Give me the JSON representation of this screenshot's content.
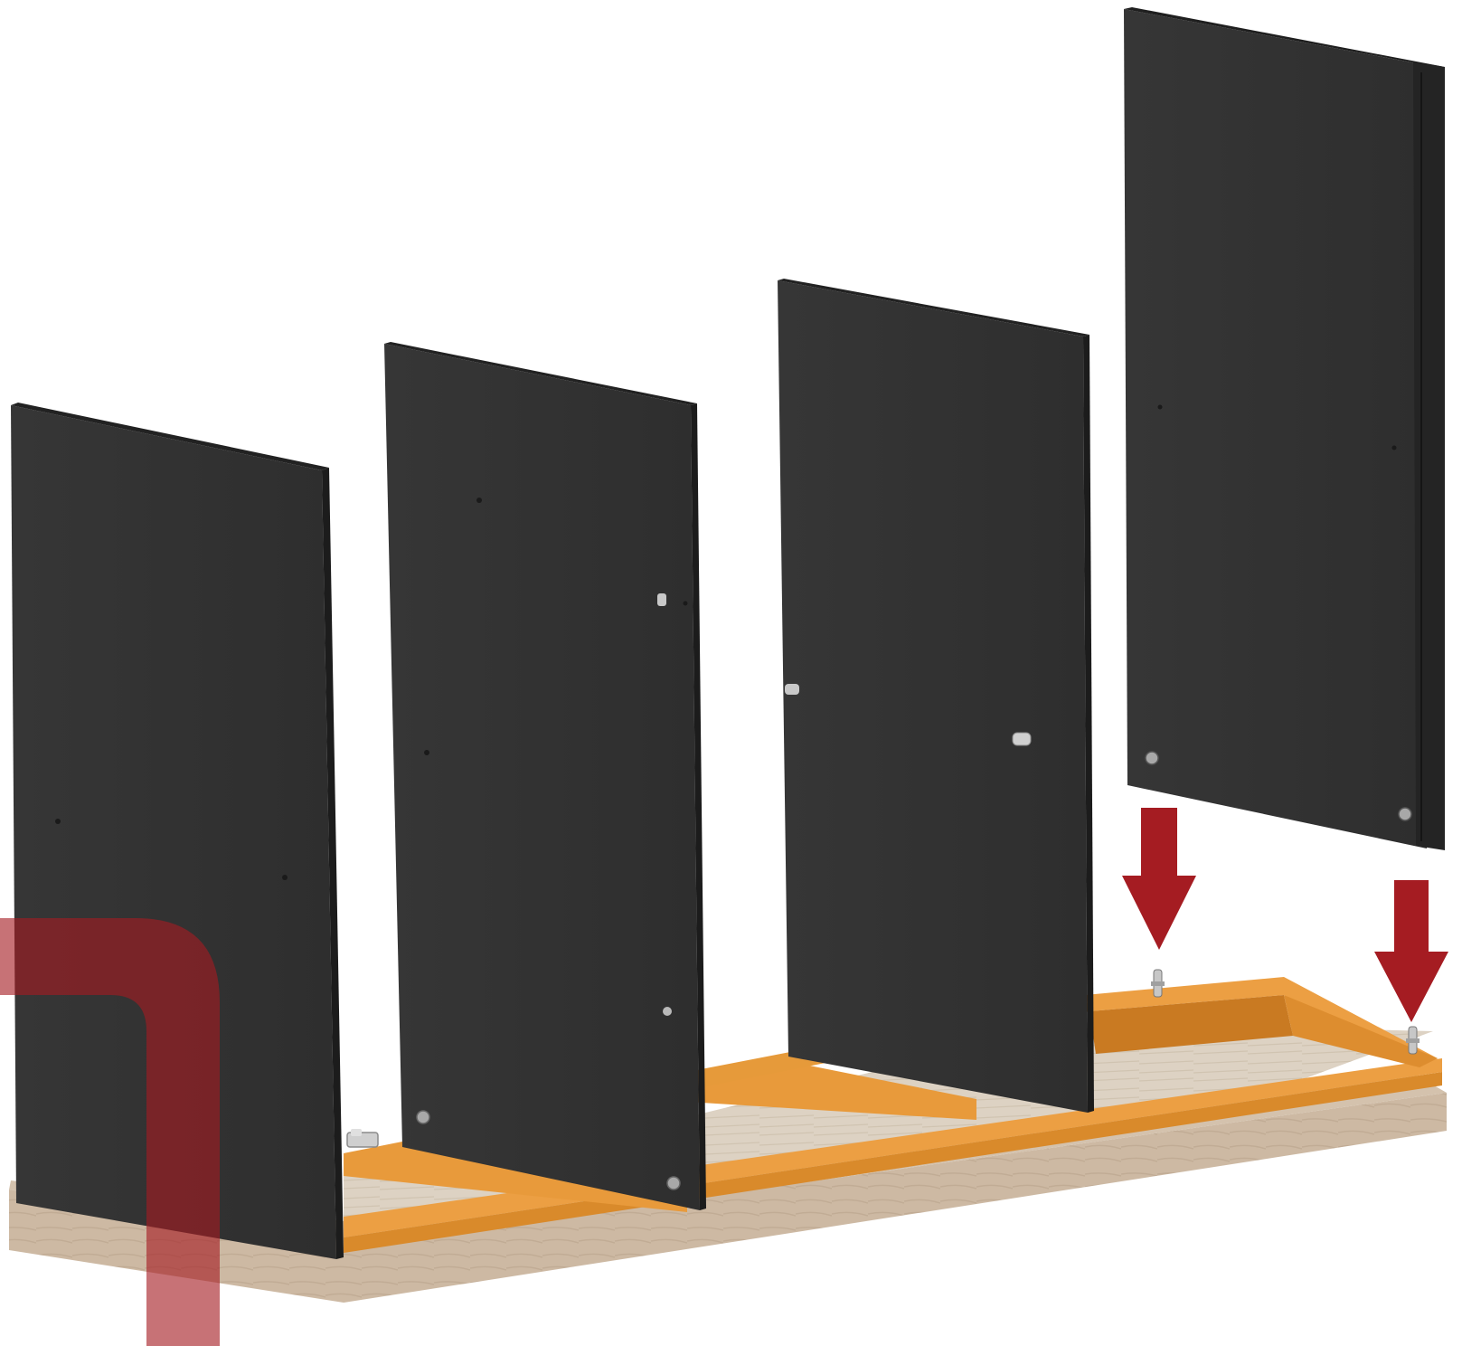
{
  "colors": {
    "background": "#ffffff",
    "panel": "#333333",
    "panel_edge": "#1e1e1e",
    "panel_top": "#262626",
    "frame_orange": "#e69a3a",
    "frame_orange_dark": "#c97a22",
    "base_wood": "#cdb9a3",
    "base_wood_dark": "#b7a28a",
    "floor_wood": "#d9cdbd",
    "arrow_red": "#a51c22",
    "corner_overlay": "#a51c22",
    "hardware_metal": "#b9b9b9"
  },
  "scene": {
    "kind": "furniture-assembly-step",
    "panels_installed": 3,
    "panels_being_lowered": 1,
    "arrow_icon": "down-arrow-icon",
    "arrow_count": 2
  }
}
